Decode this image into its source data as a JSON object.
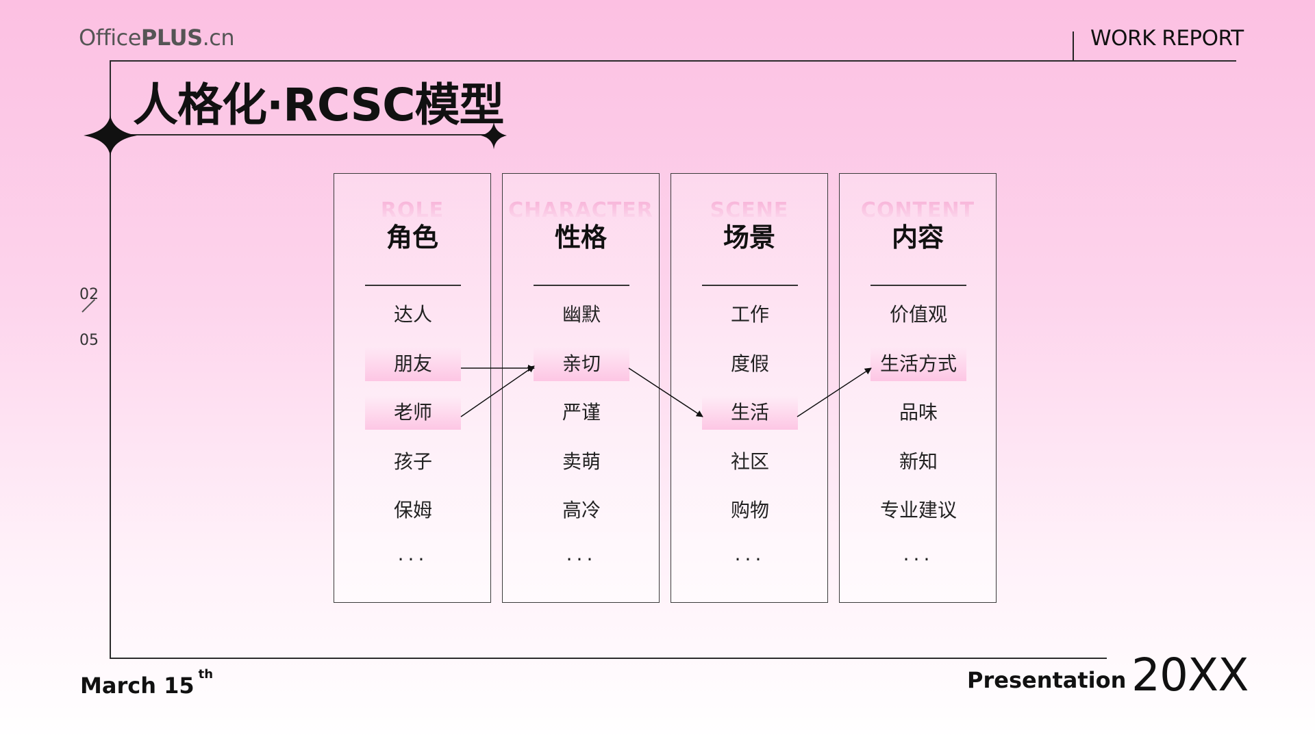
{
  "header": {
    "brand_light": "Office",
    "brand_bold": "PLUS",
    "brand_suffix": ".cn",
    "report_label": "WORK REPORT"
  },
  "title": "人格化·RCSC模型",
  "page_indicator": {
    "current": "02",
    "total": "05"
  },
  "columns": [
    {
      "en": "ROLE",
      "zh": "角色",
      "items": [
        "达人",
        "朋友",
        "老师",
        "孩子",
        "保姆",
        "···"
      ],
      "highlighted": [
        1,
        2
      ]
    },
    {
      "en": "CHARACTER",
      "zh": "性格",
      "items": [
        "幽默",
        "亲切",
        "严谨",
        "卖萌",
        "高冷",
        "···"
      ],
      "highlighted": [
        1
      ]
    },
    {
      "en": "SCENE",
      "zh": "场景",
      "items": [
        "工作",
        "度假",
        "生活",
        "社区",
        "购物",
        "···"
      ],
      "highlighted": [
        2
      ]
    },
    {
      "en": "CONTENT",
      "zh": "内容",
      "items": [
        "价值观",
        "生活方式",
        "品味",
        "新知",
        "专业建议",
        "···"
      ],
      "highlighted": [
        1
      ]
    }
  ],
  "footer": {
    "date": "March 15",
    "date_suffix": "th",
    "presentation": "Presentation",
    "year": "20XX"
  },
  "colors": {
    "background_top": "#fcc0e2",
    "background_bottom": "#ffffff",
    "accent_pink": "#f6a9d2",
    "highlight_pink": "#fdc2e2",
    "ink": "#111111"
  }
}
